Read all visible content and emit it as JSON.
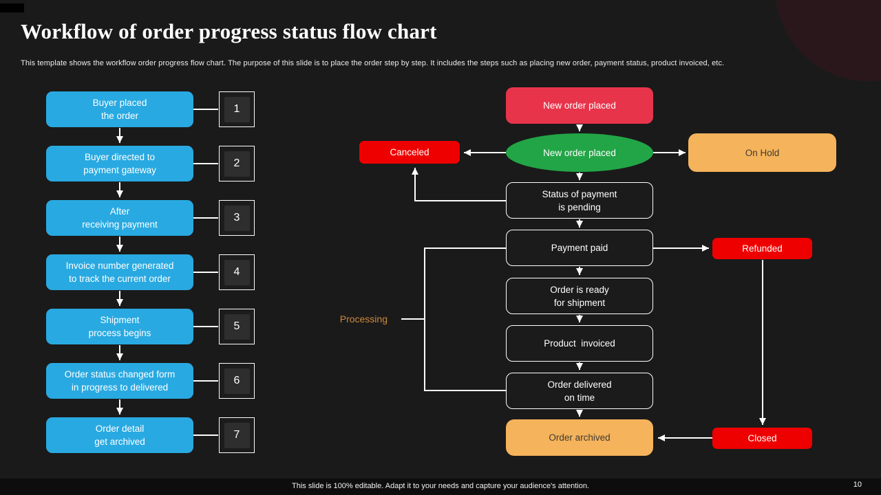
{
  "slide": {
    "title": "Workflow of order progress status flow chart",
    "subtitle": "This template shows the workflow order progress flow chart. The purpose of this slide is to place the order step by step. It includes the steps such as placing new order, payment status, product invoiced, etc.",
    "footer_note": "This slide is 100% editable. Adapt it to your needs and capture your audience's attention.",
    "page_number": "10"
  },
  "left_flow": {
    "steps": [
      {
        "number": "1",
        "label": "Buyer placed\nthe order"
      },
      {
        "number": "2",
        "label": "Buyer directed to\npayment gateway"
      },
      {
        "number": "3",
        "label": "After\nreceiving payment"
      },
      {
        "number": "4",
        "label": "Invoice number generated\nto track the current order"
      },
      {
        "number": "5",
        "label": "Shipment\nprocess begins"
      },
      {
        "number": "6",
        "label": "Order status changed form\nin progress to delivered"
      },
      {
        "number": "7",
        "label": "Order detail\nget archived"
      }
    ]
  },
  "right_flow": {
    "new_order_top": "New order placed",
    "new_order_decision": "New order placed",
    "canceled": "Canceled",
    "on_hold": "On Hold",
    "status_pending": "Status of payment\nis pending",
    "payment_paid": "Payment paid",
    "refunded": "Refunded",
    "order_ready": "Order is ready\nfor shipment",
    "product_invoiced": "Product  invoiced",
    "order_delivered": "Order delivered\non time",
    "order_archived": "Order archived",
    "closed": "Closed",
    "processing_label": "Processing"
  },
  "colors": {
    "background": "#1A1A1A",
    "step_blue": "#29A9E1",
    "crimson": "#E8344B",
    "red": "#EE0000",
    "green": "#22A546",
    "orange": "#F5B35B",
    "processing_text": "#CE8A3C",
    "connector": "#FFFFFF"
  }
}
